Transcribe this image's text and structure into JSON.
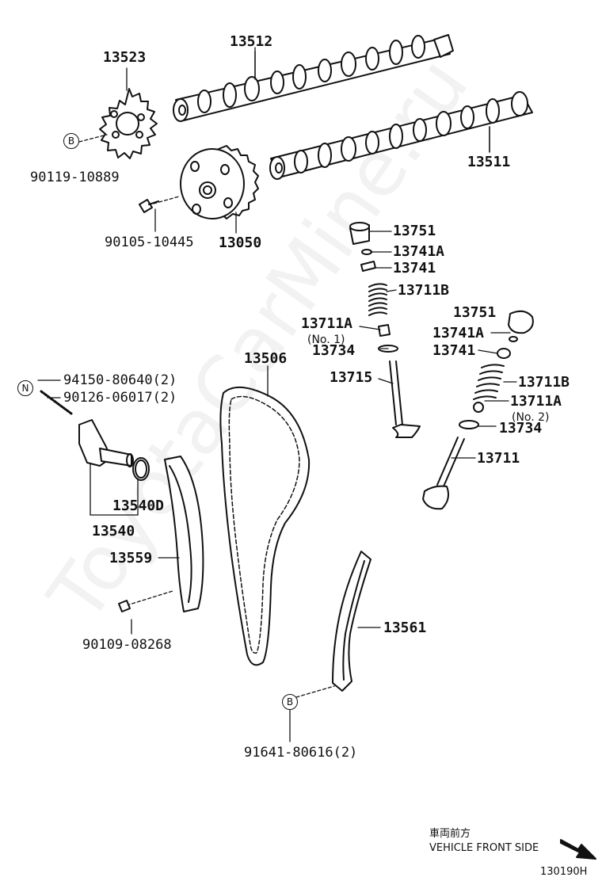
{
  "watermark": "ToyotaCarMine.ru",
  "labels": {
    "p13523": "13523",
    "p13512": "13512",
    "p13511": "13511",
    "p90119": "90119-10889",
    "p90105": "90105-10445",
    "p13050": "13050",
    "p13751a": "13751",
    "p13741Aa": "13741A",
    "p13741a": "13741",
    "p13711Ba": "13711B",
    "p13711Aa": "13711A",
    "no1": "(No. 1)",
    "p13734a": "13734",
    "p13715": "13715",
    "p13751b": "13751",
    "p13741Ab": "13741A",
    "p13741b": "13741",
    "p13711Bb": "13711B",
    "p13711Ab": "13711A",
    "no2": "(No. 2)",
    "p13734b": "13734",
    "p13711": "13711",
    "p13506": "13506",
    "p94150": "94150-80640(2)",
    "p90126": "90126-06017(2)",
    "p13540D": "13540D",
    "p13540": "13540",
    "p13559": "13559",
    "p90109": "90109-08268",
    "p13561": "13561",
    "p91641": "91641-80616(2)"
  },
  "symbols": {
    "b1": "B",
    "n1": "N",
    "b2": "B"
  },
  "footer": {
    "direction_jp": "車両前方",
    "direction_en": "VEHICLE FRONT SIDE",
    "figure_code": "130190H"
  }
}
